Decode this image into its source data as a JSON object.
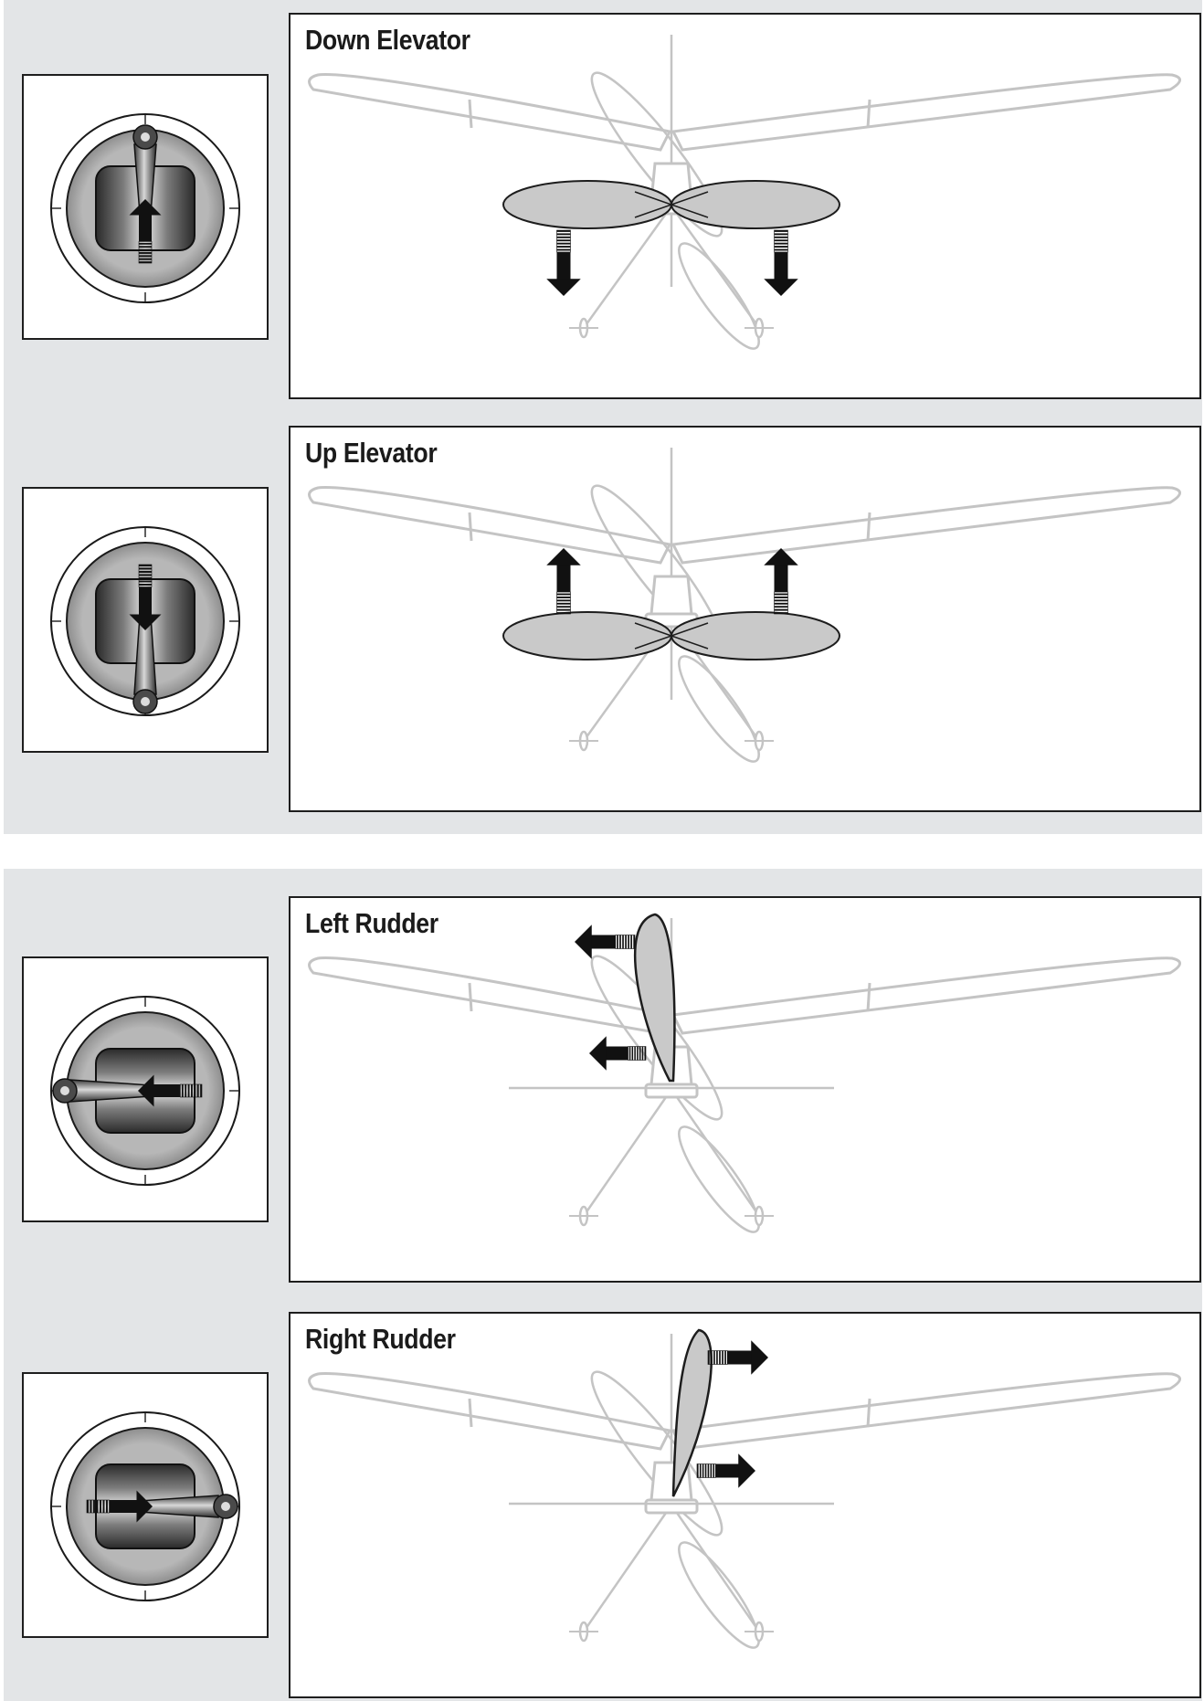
{
  "panels": [
    {
      "id": "down-elevator",
      "title": "Down Elevator",
      "stick": "up",
      "motion": "elevator-down"
    },
    {
      "id": "up-elevator",
      "title": "Up Elevator",
      "stick": "down",
      "motion": "elevator-up"
    },
    {
      "id": "left-rudder",
      "title": "Left Rudder",
      "stick": "left",
      "motion": "rudder-left"
    },
    {
      "id": "right-rudder",
      "title": "Right Rudder",
      "stick": "right",
      "motion": "rudder-right"
    }
  ],
  "colors": {
    "frame": "#1e1e1e",
    "background": "#e3e5e7",
    "outline": "#c4c4c4",
    "surface_fill": "#c9c9c9",
    "arrow": "#111111"
  }
}
